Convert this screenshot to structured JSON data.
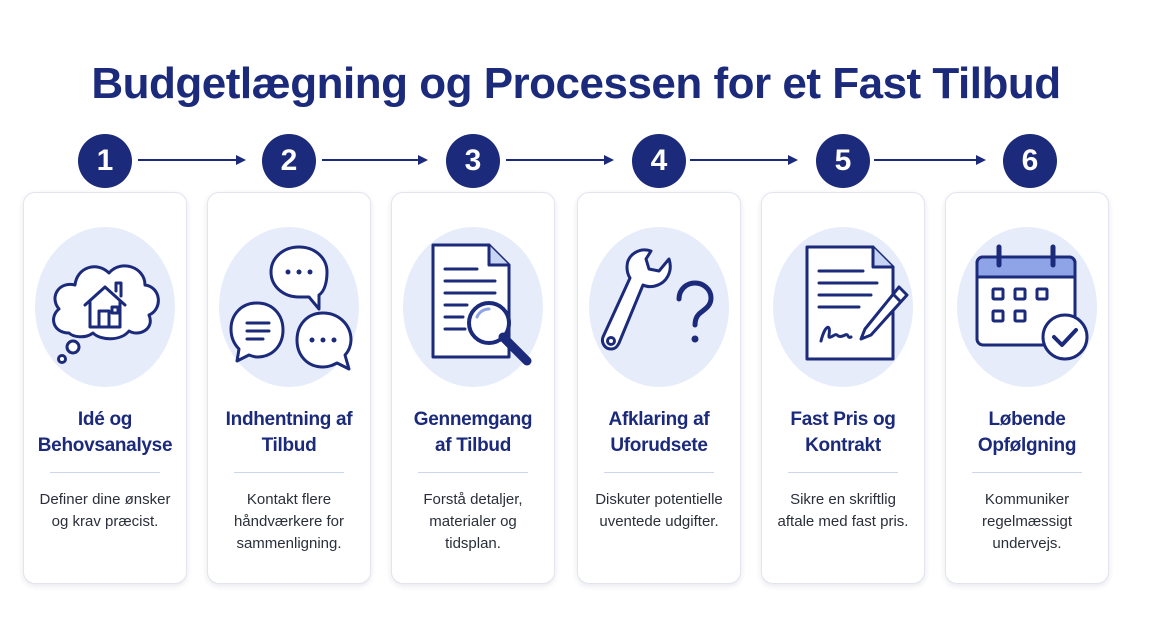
{
  "page": {
    "title": "Budgetlægning og Processen for et Fast Tilbud"
  },
  "colors": {
    "primary": "#1b2a7a",
    "icon_background": "#e6ecfa",
    "accent_light": "#8ea4e6"
  },
  "steps": [
    {
      "number": "1",
      "title_line1": "Idé og",
      "title_line2": "Behovsanalyse",
      "description": "Definer dine ønsker og krav præcist.",
      "icon": "house-thought-cloud-icon"
    },
    {
      "number": "2",
      "title_line1": "Indhentning af",
      "title_line2": "Tilbud",
      "description": "Kontakt flere håndværkere for sammenligning.",
      "icon": "speech-bubbles-icon"
    },
    {
      "number": "3",
      "title_line1": "Gennemgang",
      "title_line2": "af Tilbud",
      "description": "Forstå detaljer, materialer og tidsplan.",
      "icon": "document-magnifier-icon"
    },
    {
      "number": "4",
      "title_line1": "Afklaring af",
      "title_line2": "Uforudsete",
      "description": "Diskuter potentielle uventede udgifter.",
      "icon": "wrench-question-icon"
    },
    {
      "number": "5",
      "title_line1": "Fast Pris og",
      "title_line2": "Kontrakt",
      "description": "Sikre en skriftlig aftale med fast pris.",
      "icon": "signed-contract-icon"
    },
    {
      "number": "6",
      "title_line1": "Løbende",
      "title_line2": "Opfølgning",
      "description": "Kommuniker regelmæssigt undervejs.",
      "icon": "calendar-check-icon"
    }
  ]
}
